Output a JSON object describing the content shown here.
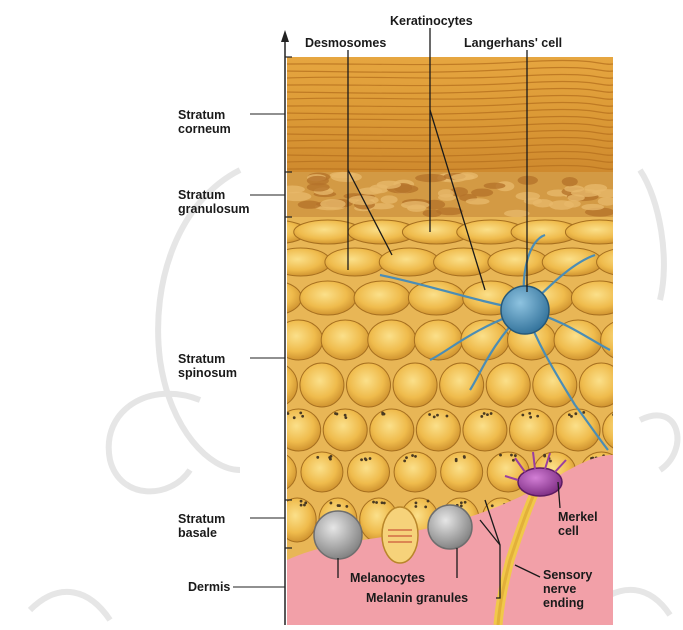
{
  "colors": {
    "corneum": "#e0a23c",
    "granulosum": "#c98a35",
    "cell": "#f0c25a",
    "cell_dark": "#c8902a",
    "dermis": "#f2a0a8",
    "langerhans": "#4a8fb8",
    "melanocyte": "#9a9a9a",
    "merkel": "#9a3fa0",
    "nerve": "#f1c84a",
    "watermark": "#d9d9d9"
  },
  "layers": [
    {
      "name": "Stratum\ncorneum"
    },
    {
      "name": "Stratum\ngranulosum"
    },
    {
      "name": "Stratum\nspinosum"
    },
    {
      "name": "Stratum\nbasale"
    },
    {
      "name": "Dermis"
    }
  ],
  "labels": {
    "keratinocytes": "Keratinocytes",
    "desmosomes": "Desmosomes",
    "langerhans": "Langerhans' cell",
    "melanocytes": "Melanocytes",
    "melanin": "Melanin granules",
    "merkel": "Merkel\ncell",
    "sensory": "Sensory\nnerve\nending"
  }
}
